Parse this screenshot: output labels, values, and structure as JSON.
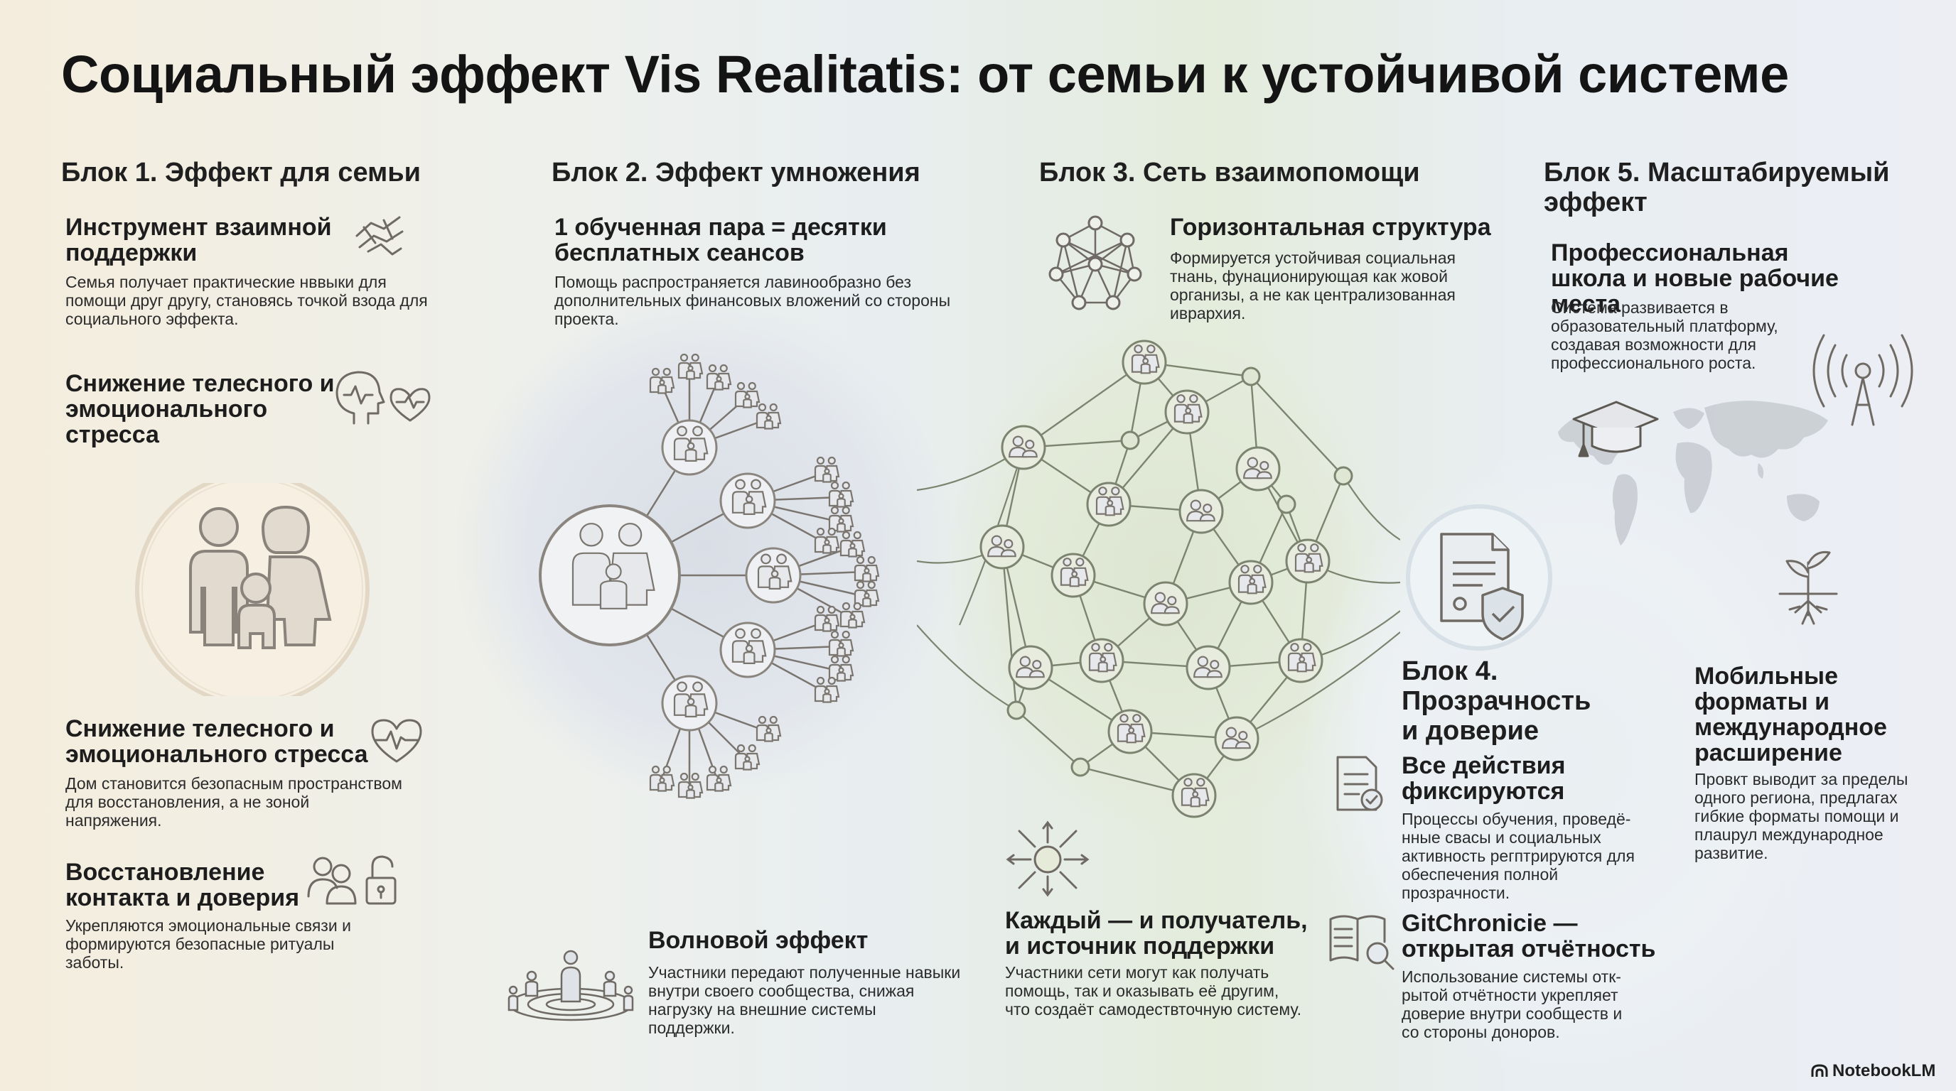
{
  "title": "Социальный эффект Vis Realitatis: от семьи к устойчивой системе",
  "watermark": "NotebookLM",
  "colors": {
    "ink": "#6f6a64",
    "accent_green": "#d6e6c4",
    "accent_blue": "#dfe7ef",
    "accent_beige": "#f1e6d2"
  },
  "block1": {
    "heading": "Блок 1. Эффект для семьи",
    "items": [
      {
        "title": "Инструмент взаимной поддержки",
        "text": "Семья получает практические нввыки для помощи друг другу, становясь точкой взода для социального эффекта.",
        "icon": "hands-icon"
      },
      {
        "title": "Снижение телесного и эмоционального стресса",
        "text": "",
        "icon": "head-heart-icon"
      },
      {
        "title": "Снижение телесного и эмоционального стресса",
        "text": "Дом становится безопасным пространством для восстановления, а не зоной напряжения.",
        "icon": "heart-pulse-icon"
      },
      {
        "title": "Восстановление контакта и доверия",
        "text": "Укрепляются эмоциональные связи и формируются безопасные ритуалы заботы.",
        "icon": "people-lock-icon"
      }
    ]
  },
  "block2": {
    "heading": "Блок 2. Эффект умножения",
    "items": [
      {
        "title": "1 обученная пара = десятки бесплатных сеансов",
        "text": "Помощь распространяется лавиноoбразно без дополнительных финансовых вложений со стороны проекта."
      },
      {
        "title": "Волновой эффект",
        "text": "Участники передают полученные навыки внутри своего сообщества, снижая нагрузку на внешние системы поддержки."
      }
    ]
  },
  "block3": {
    "heading": "Блок 3. Сеть взаимопомощи",
    "items": [
      {
        "title": "Горизонтальная структура",
        "text": "Формируется устойчивая социальная тнань, фунационирующая как жовой организы, а не как централизованная ивpархия."
      },
      {
        "title": "Каждый — и получатель, и источник поддержки",
        "text": "Участники сети могут как получать помощь, так и оказывать её другим, что создаёт самодествточную систему."
      }
    ]
  },
  "block4": {
    "heading": "Блок 4. Прозрачность и доверие",
    "items": [
      {
        "title": "Все действия фиксируются",
        "text": "Процессы обучения, проведё-нные свaсы и социальных активность регптрируются для обеспечения полной прозрачности."
      },
      {
        "title": "GitChronicie — открытая отчётность",
        "text": "Использование системы отк-рытой отчётности укрепляет доверие внутри сообществ и со стороны доноров."
      }
    ]
  },
  "block5": {
    "heading": "Блок 5. Масштабируемый эффект",
    "items": [
      {
        "title": "Профессиональная школа и новые рабочие места",
        "text": "Система развивается в образовательный платформу, создавая возможности для профессионального роста."
      },
      {
        "title": "Мобильные форматы и международное расширение",
        "text": "Провкт выводит за пределы одного региона, предлагах гибкие форматы помощи и плаuрул международное развитие."
      }
    ]
  }
}
